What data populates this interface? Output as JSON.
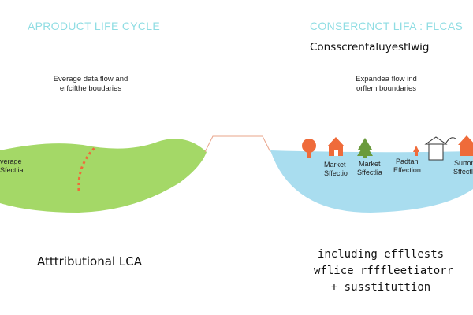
{
  "left_panel": {
    "title": "APRODUCT LIFE CYCLE",
    "description_line1": "Everage data flow and",
    "description_line2": "erfcifthe boudaries",
    "field_label_line1": "verage",
    "field_label_line2": "Sfectlia",
    "caption": "Atttributional LCA",
    "field_color": "#a4d867",
    "path_color": "#ef6b3a"
  },
  "right_panel": {
    "title": "CONSERCNCT LIFA : FLCAS",
    "subtitle": "Consscrentaluyestlwig",
    "description_line1": "Expandea flow ind",
    "description_line2": "orflem boundaries",
    "labels": [
      {
        "line1": "Market",
        "line2": "Sffectio"
      },
      {
        "line1": "Market",
        "line2": "Sffectlia"
      },
      {
        "line1": "Padtan",
        "line2": "Effection"
      },
      {
        "line1": "Surton",
        "line2": "Sffectlia"
      }
    ],
    "caption_line1": "including effllests",
    "caption_line2": "wflice rfffleetiatorr",
    "caption_line3": "+ susstituttion",
    "water_color": "#a9ddef",
    "icon_color": "#ef6b3a",
    "tree_color": "#6a9a3c"
  }
}
